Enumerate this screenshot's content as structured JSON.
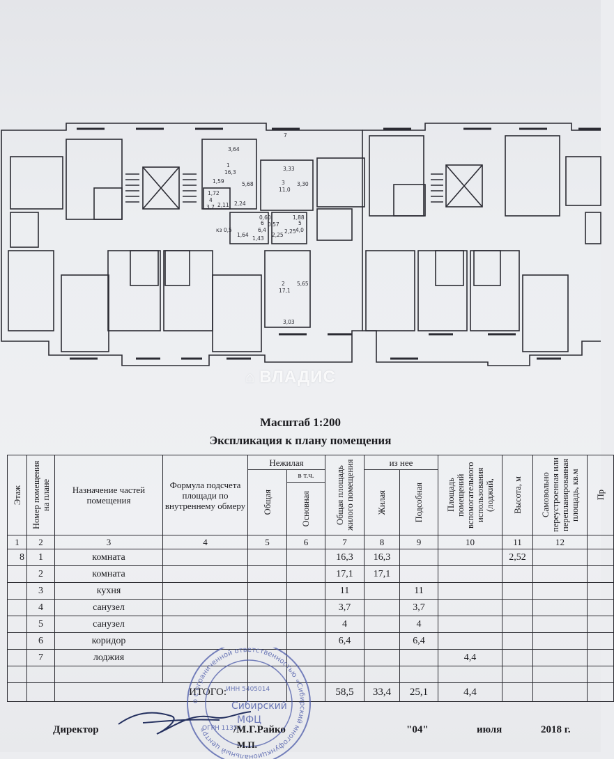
{
  "watermark": "ВЛАДИС",
  "plan": {
    "labels": {
      "r1_num": "1",
      "r1_area": "16,3",
      "r2_num": "2",
      "r2_area": "17,1",
      "r3_num": "3",
      "r3_area": "11,0",
      "r4_num": "4",
      "r4_area": "3,7",
      "r5_num": "5",
      "r5_area": "4,0",
      "r6_num": "6",
      "r6_area": "6,4",
      "r7_num": "7",
      "d_364": "3,64",
      "d_568": "5,68",
      "d_333": "3,33",
      "d_330": "3,30",
      "d_211": "2,11",
      "d_224": "2,24",
      "d_159": "1,59",
      "d_172": "1,72",
      "d_060": "0,60",
      "d_188": "1,88",
      "d_225a": "2,25",
      "d_225b": "2,25",
      "d_164": "1,64",
      "d_143": "1,43",
      "d_565": "5,65",
      "d_303": "3,03",
      "d_kk": "кз 0,5",
      "d_057": "0,57"
    }
  },
  "scale": "Масштаб 1:200",
  "title": "Экспликация к  плану помещения",
  "table": {
    "headers": {
      "etazh": "Этаж",
      "room_no": "Номер помещения на плане",
      "purpose": "Назначение частей помещения",
      "formula": "Формула подсчета площади по внутреннему обмеру",
      "nonres": "Нежилая",
      "vtch": "в т.ч.",
      "obschaya": "Общая",
      "osnovnaya": "Основная",
      "total_area": "Общая площадь жилого помещения",
      "iz_nee": "из нее",
      "zhilaya": "Жилая",
      "podsobnaya": "Подсобная",
      "aux": "Площадь помещений вспомогательного использования (лоджий,",
      "height": "Высота, м",
      "self": "Самовольно переустроенная или перепланированная площадь, кв.м",
      "pr": "Пр"
    },
    "col_numbers": [
      "1",
      "2",
      "3",
      "4",
      "5",
      "6",
      "7",
      "8",
      "9",
      "10",
      "11",
      "12"
    ],
    "rows": [
      {
        "etazh": "8",
        "no": "1",
        "name": "комната",
        "total": "16,3",
        "living": "16,3",
        "aux_room": "",
        "loggia": "",
        "height": "2,52"
      },
      {
        "etazh": "",
        "no": "2",
        "name": "комната",
        "total": "17,1",
        "living": "17,1",
        "aux_room": "",
        "loggia": "",
        "height": ""
      },
      {
        "etazh": "",
        "no": "3",
        "name": "кухня",
        "total": "11",
        "living": "",
        "aux_room": "11",
        "loggia": "",
        "height": ""
      },
      {
        "etazh": "",
        "no": "4",
        "name": "санузел",
        "total": "3,7",
        "living": "",
        "aux_room": "3,7",
        "loggia": "",
        "height": ""
      },
      {
        "etazh": "",
        "no": "5",
        "name": "санузел",
        "total": "4",
        "living": "",
        "aux_room": "4",
        "loggia": "",
        "height": ""
      },
      {
        "etazh": "",
        "no": "6",
        "name": "коридор",
        "total": "6,4",
        "living": "",
        "aux_room": "6,4",
        "loggia": "",
        "height": ""
      },
      {
        "etazh": "",
        "no": "7",
        "name": "лоджия",
        "total": "",
        "living": "",
        "aux_room": "",
        "loggia": "4,4",
        "height": ""
      },
      {
        "etazh": "",
        "no": "",
        "name": "",
        "total": "",
        "living": "",
        "aux_room": "",
        "loggia": "",
        "height": ""
      }
    ],
    "totals": {
      "label": "ИТОГО:",
      "total": "58,5",
      "living": "33,4",
      "aux_room": "25,1",
      "loggia": "4,4"
    }
  },
  "footer": {
    "role": "Директор",
    "signer": "/М.Г.Райко",
    "mp": "М.П.",
    "day": "\"04\"",
    "month": "июля",
    "year": "2018 г."
  },
  "stamp": {
    "ring_text": "о с ограниченной ответственностью «Сибирский многофункциональный центр»",
    "inn": "ИНН 5405014",
    "center_line1": "Сибирский",
    "center_line2": "МФЦ",
    "ogrn": "ОГРН 11354"
  }
}
